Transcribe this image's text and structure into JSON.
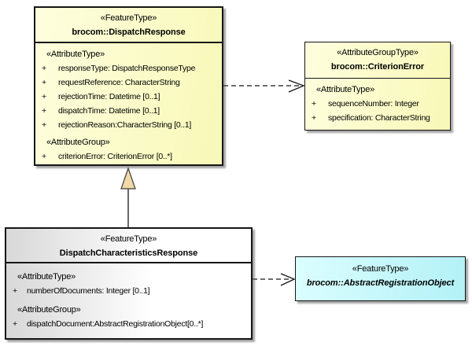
{
  "diagram": {
    "classes": [
      {
        "stereotype": "«FeatureType»",
        "name": "brocom::DispatchResponse",
        "sections": [
          {
            "stereotype": "«AttributeType»",
            "attributes": [
              {
                "vis": "+",
                "text": "responseType: DispatchResponseType"
              },
              {
                "vis": "+",
                "text": "requestReference: CharacterString"
              },
              {
                "vis": "+",
                "text": "rejectionTime: Datetime [0..1]"
              },
              {
                "vis": "+",
                "text": "dispatchTime: Datetime [0..1]"
              },
              {
                "vis": "+",
                "text": "rejectionReason:CharacterString [0..1]"
              }
            ]
          },
          {
            "stereotype": "«AttributeGroup»",
            "attributes": [
              {
                "vis": "+",
                "text": "criterionError: CriterionError [0..*]"
              }
            ]
          }
        ]
      },
      {
        "stereotype": "«AttributeGroupType»",
        "name": "brocom::CriterionError",
        "sections": [
          {
            "stereotype": "«AttributeType»",
            "attributes": [
              {
                "vis": "+",
                "text": "sequenceNumber: Integer"
              },
              {
                "vis": "+",
                "text": "specification: CharacterString"
              }
            ]
          }
        ]
      },
      {
        "stereotype": "«FeatureType»",
        "name": "DispatchCharacteristicsResponse",
        "sections": [
          {
            "stereotype": "«AttributeType»",
            "attributes": [
              {
                "vis": "+",
                "text": "numberOfDocuments: Integer [0..1]"
              }
            ]
          },
          {
            "stereotype": "«AttributeGroup»",
            "attributes": [
              {
                "vis": "+",
                "text": "dispatchDocument:AbstractRegistrationObject[0..*]"
              }
            ]
          }
        ]
      },
      {
        "stereotype": "«FeatureType»",
        "name": "brocom::AbstractRegistrationObject"
      }
    ],
    "connectors": [
      {
        "type": "dependency",
        "from": "brocom::DispatchResponse",
        "to": "brocom::CriterionError",
        "line": "dashed",
        "arrowhead": "open"
      },
      {
        "type": "generalization",
        "from": "DispatchCharacteristicsResponse",
        "to": "brocom::DispatchResponse",
        "line": "solid",
        "arrowhead": "triangle"
      },
      {
        "type": "dependency",
        "from": "DispatchCharacteristicsResponse",
        "to": "brocom::AbstractRegistrationObject",
        "line": "dashed",
        "arrowhead": "open"
      }
    ],
    "colors": {
      "class_yellow_light": "#FEFEDE",
      "class_yellow_dark": "#F8F8B8",
      "class_gray_light": "#D8D8D8",
      "class_white": "#FFFFFF",
      "class_cyan_light": "#DCFEFF",
      "class_cyan_dark": "#B2F1F6",
      "border": "#161616",
      "generalization_fill": "#F0D8A8",
      "background": "#FFFFFF"
    }
  }
}
